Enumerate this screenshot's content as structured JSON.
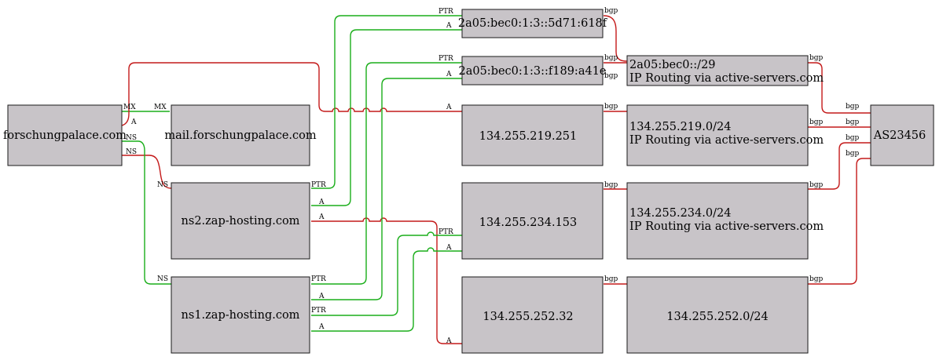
{
  "nodes": {
    "forschungpalace": {
      "label": "forschungpalace.com"
    },
    "mail": {
      "label": "mail.forschungpalace.com"
    },
    "ns2": {
      "label": "ns2.zap-hosting.com"
    },
    "ns1": {
      "label": "ns1.zap-hosting.com"
    },
    "ipv6_a": {
      "label": "2a05:bec0:1:3::5d71:618f"
    },
    "ipv6_b": {
      "label": "2a05:bec0:1:3::f189:a41e"
    },
    "ip_219": {
      "label": "134.255.219.251"
    },
    "ip_234": {
      "label": "134.255.234.153"
    },
    "ip_252": {
      "label": "134.255.252.32"
    },
    "net_v6": {
      "line1": "2a05:bec0::/29",
      "line2": "IP Routing via active-servers.com"
    },
    "net_219": {
      "line1": "134.255.219.0/24",
      "line2": "IP Routing via active-servers.com"
    },
    "net_234": {
      "line1": "134.255.234.0/24",
      "line2": "IP Routing via active-servers.com"
    },
    "net_252": {
      "label": "134.255.252.0/24"
    },
    "as": {
      "label": "AS23456"
    }
  },
  "edge_labels": {
    "mx": "MX",
    "a": "A",
    "ns": "NS",
    "ptr": "PTR",
    "bgp": "bgp"
  },
  "colors": {
    "red_edge": "#c41a1a",
    "green_edge": "#1aae1a",
    "node_fill": "#c8c4c8"
  }
}
